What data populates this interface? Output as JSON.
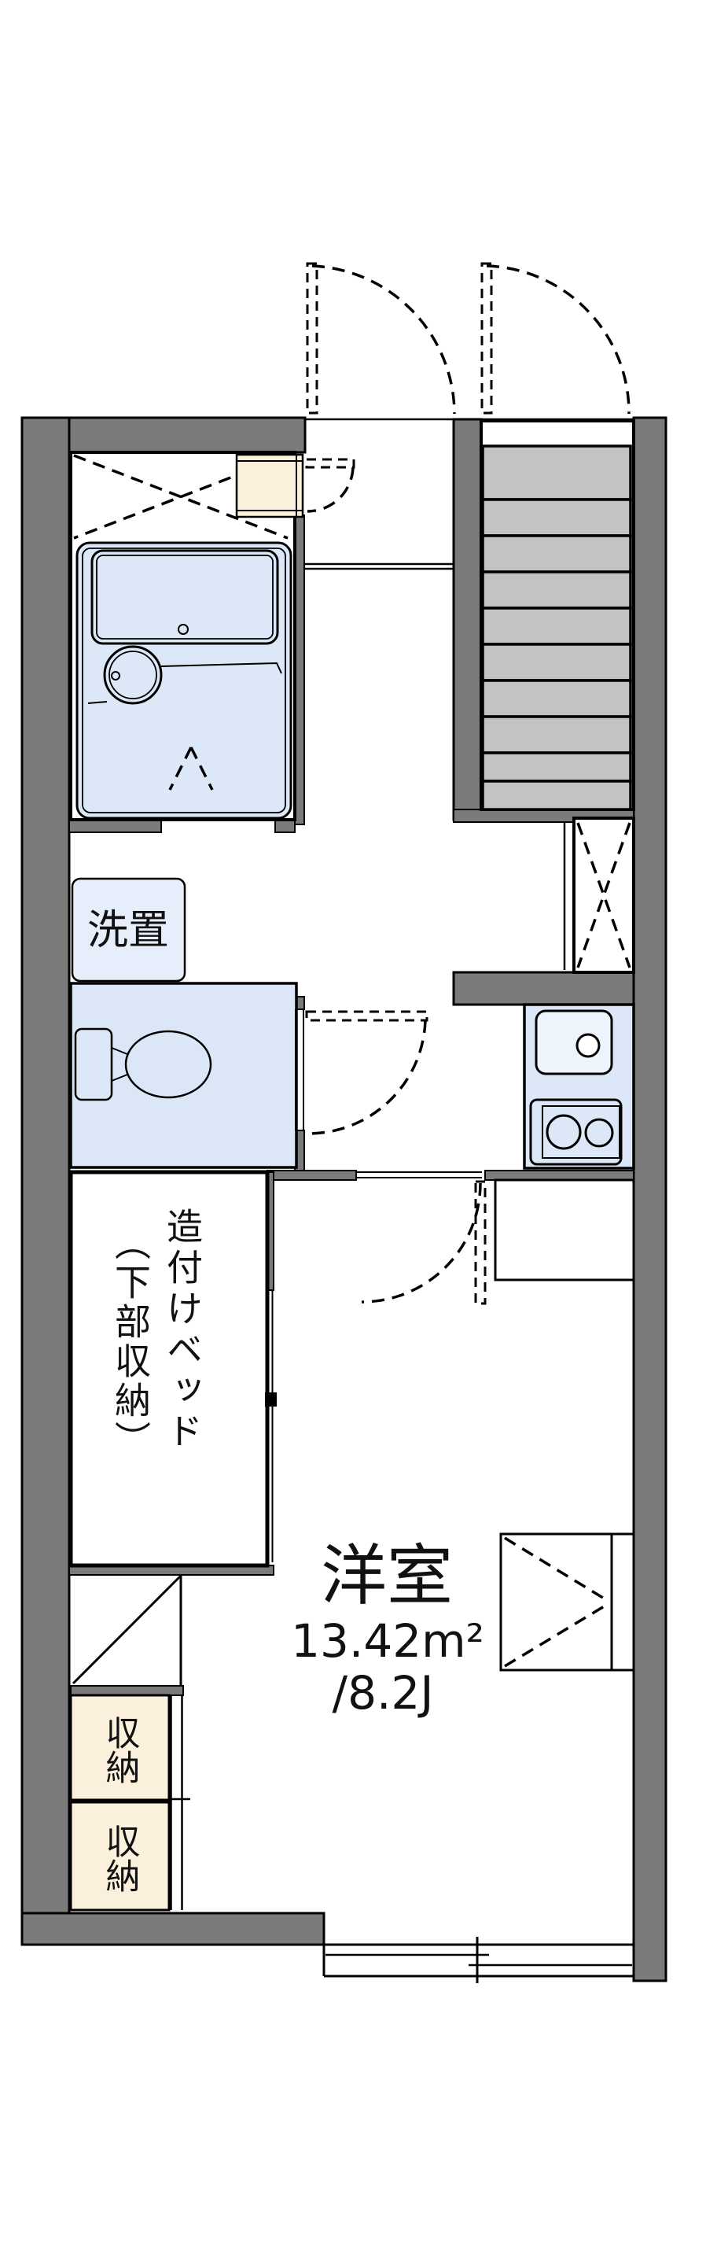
{
  "plan": {
    "labels": {
      "laundry": "洗置",
      "bed_line1": "造付けベッド",
      "bed_line2": "（下部収納）",
      "room_name": "洋室",
      "room_area_m2": "13.42m²",
      "room_area_tatami": "/8.2J",
      "storage_upper": "収納",
      "storage_lower": "収納"
    },
    "colors": {
      "wall_gray": "#7b7b7b",
      "stair_tread_gray": "#c3c3c3",
      "unit_bath_blue": "#dce8f7",
      "toilet_blue": "#dbe6f6",
      "laundry_blue": "#e7eefb",
      "kitchen_blue": "#dce8f7",
      "cabinet_beige": "#fbf0dc",
      "line_black": "#000000"
    }
  }
}
